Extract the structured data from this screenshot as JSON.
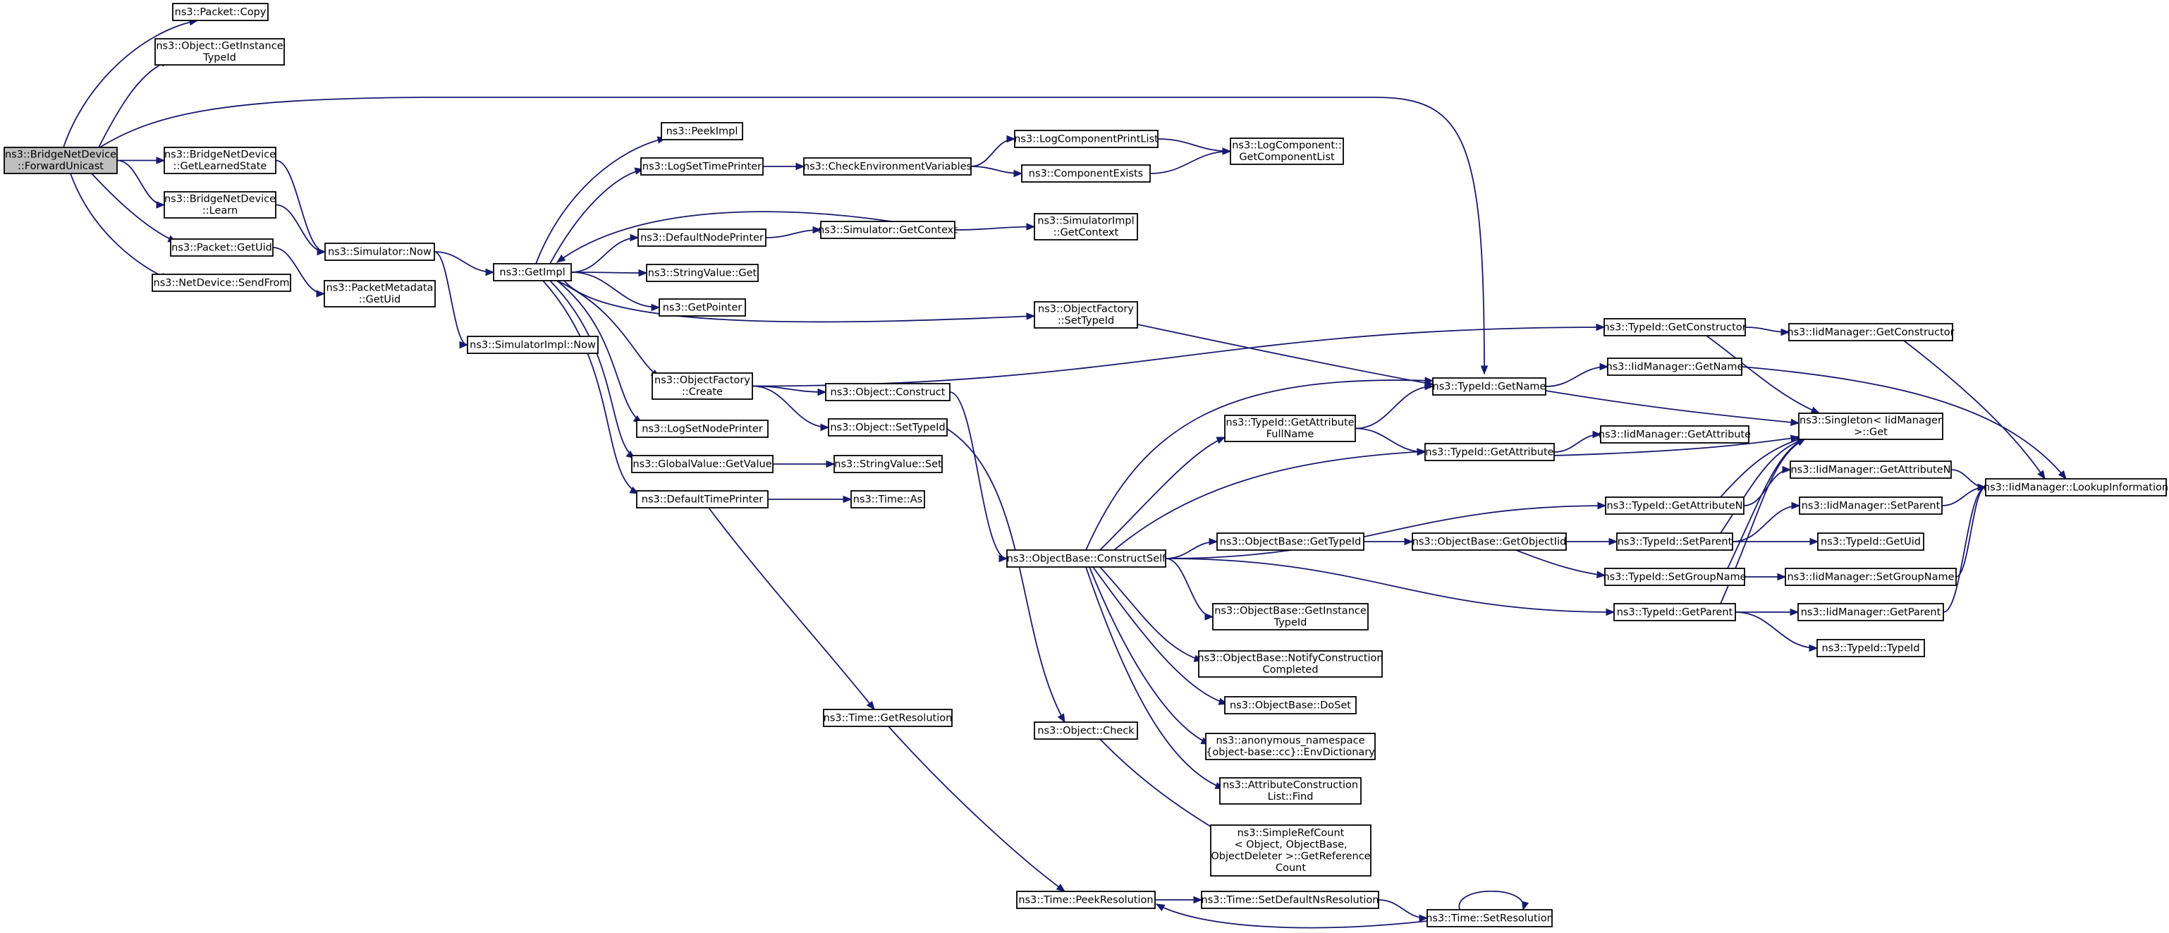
{
  "nodes": [
    {
      "id": "fwd",
      "lines": [
        "ns3::BridgeNetDevice",
        "::ForwardUnicast"
      ],
      "root": true
    },
    {
      "id": "pcopy",
      "lines": [
        "ns3::Packet::Copy"
      ]
    },
    {
      "id": "getinst",
      "lines": [
        "ns3::Object::GetInstance",
        "TypeId"
      ]
    },
    {
      "id": "learned",
      "lines": [
        "ns3::BridgeNetDevice",
        "::GetLearnedState"
      ]
    },
    {
      "id": "learn",
      "lines": [
        "ns3::BridgeNetDevice",
        "::Learn"
      ]
    },
    {
      "id": "puid",
      "lines": [
        "ns3::Packet::GetUid"
      ]
    },
    {
      "id": "sendfrom",
      "lines": [
        "ns3::NetDevice::SendFrom"
      ]
    },
    {
      "id": "simnow",
      "lines": [
        "ns3::Simulator::Now"
      ]
    },
    {
      "id": "pmuid",
      "lines": [
        "ns3::PacketMetadata",
        "::GetUid"
      ]
    },
    {
      "id": "getimpl",
      "lines": [
        "ns3::GetImpl"
      ]
    },
    {
      "id": "simimplnow",
      "lines": [
        "ns3::SimulatorImpl::Now"
      ]
    },
    {
      "id": "peekimpl",
      "lines": [
        "ns3::PeekImpl"
      ]
    },
    {
      "id": "logsettp",
      "lines": [
        "ns3::LogSetTimePrinter"
      ]
    },
    {
      "id": "defnode",
      "lines": [
        "ns3::DefaultNodePrinter"
      ]
    },
    {
      "id": "strget",
      "lines": [
        "ns3::StringValue::Get"
      ]
    },
    {
      "id": "getptr",
      "lines": [
        "ns3::GetPointer"
      ]
    },
    {
      "id": "ofcreate",
      "lines": [
        "ns3::ObjectFactory",
        "::Create"
      ]
    },
    {
      "id": "logsetnp",
      "lines": [
        "ns3::LogSetNodePrinter"
      ]
    },
    {
      "id": "gvget",
      "lines": [
        "ns3::GlobalValue::GetValue"
      ]
    },
    {
      "id": "deftime",
      "lines": [
        "ns3::DefaultTimePrinter"
      ]
    },
    {
      "id": "checkenv",
      "lines": [
        "ns3::CheckEnvironmentVariables"
      ]
    },
    {
      "id": "simgetctx",
      "lines": [
        "ns3::Simulator::GetContext"
      ]
    },
    {
      "id": "objconstruct",
      "lines": [
        "ns3::Object::Construct"
      ]
    },
    {
      "id": "objsettid",
      "lines": [
        "ns3::Object::SetTypeId"
      ]
    },
    {
      "id": "strset",
      "lines": [
        "ns3::StringValue::Set"
      ]
    },
    {
      "id": "timeas",
      "lines": [
        "ns3::Time::As"
      ]
    },
    {
      "id": "timegetres",
      "lines": [
        "ns3::Time::GetResolution"
      ]
    },
    {
      "id": "logcpl",
      "lines": [
        "ns3::LogComponentPrintList"
      ]
    },
    {
      "id": "compexists",
      "lines": [
        "ns3::ComponentExists"
      ]
    },
    {
      "id": "simimplctx",
      "lines": [
        "ns3::SimulatorImpl",
        "::GetContext"
      ]
    },
    {
      "id": "ofsettid",
      "lines": [
        "ns3::ObjectFactory",
        "::SetTypeId"
      ]
    },
    {
      "id": "obconstructself",
      "lines": [
        "ns3::ObjectBase::ConstructSelf"
      ]
    },
    {
      "id": "objcheck",
      "lines": [
        "ns3::Object::Check"
      ]
    },
    {
      "id": "peekres",
      "lines": [
        "ns3::Time::PeekResolution"
      ]
    },
    {
      "id": "logcgcl",
      "lines": [
        "ns3::LogComponent::",
        "GetComponentList"
      ]
    },
    {
      "id": "tidgetattrfull",
      "lines": [
        "ns3::TypeId::GetAttribute",
        "FullName"
      ]
    },
    {
      "id": "obgettid",
      "lines": [
        "ns3::ObjectBase::GetTypeId"
      ]
    },
    {
      "id": "obgetinst",
      "lines": [
        "ns3::ObjectBase::GetInstance",
        "TypeId"
      ]
    },
    {
      "id": "obnotify",
      "lines": [
        "ns3::ObjectBase::NotifyConstruction",
        "Completed"
      ]
    },
    {
      "id": "obdoset",
      "lines": [
        "ns3::ObjectBase::DoSet"
      ]
    },
    {
      "id": "anonenv",
      "lines": [
        "ns3::anonymous_namespace",
        "{object-base::cc}::EnvDictionary"
      ]
    },
    {
      "id": "acfind",
      "lines": [
        "ns3::AttributeConstruction",
        "List::Find"
      ]
    },
    {
      "id": "srcgetref",
      "lines": [
        "ns3::SimpleRefCount",
        "< Object, ObjectBase,",
        "ObjectDeleter >::GetReference",
        "Count"
      ]
    },
    {
      "id": "timesetdef",
      "lines": [
        "ns3::Time::SetDefaultNsResolution"
      ]
    },
    {
      "id": "tidgetname",
      "lines": [
        "ns3::TypeId::GetName"
      ]
    },
    {
      "id": "tidgetattr",
      "lines": [
        "ns3::TypeId::GetAttribute"
      ]
    },
    {
      "id": "obgetoid",
      "lines": [
        "ns3::ObjectBase::GetObjectIid"
      ]
    },
    {
      "id": "timesetres",
      "lines": [
        "ns3::Time::SetResolution"
      ]
    },
    {
      "id": "tidgetctor",
      "lines": [
        "ns3::TypeId::GetConstructor"
      ]
    },
    {
      "id": "iidgetname",
      "lines": [
        "ns3::IidManager::GetName"
      ]
    },
    {
      "id": "iidgetattr",
      "lines": [
        "ns3::IidManager::GetAttribute"
      ]
    },
    {
      "id": "tidgetattrn",
      "lines": [
        "ns3::TypeId::GetAttributeN"
      ]
    },
    {
      "id": "tidsetparent",
      "lines": [
        "ns3::TypeId::SetParent"
      ]
    },
    {
      "id": "tidsetgroup",
      "lines": [
        "ns3::TypeId::SetGroupName"
      ]
    },
    {
      "id": "tidgetparent",
      "lines": [
        "ns3::TypeId::GetParent"
      ]
    },
    {
      "id": "iidgetctor",
      "lines": [
        "ns3::IidManager::GetConstructor"
      ]
    },
    {
      "id": "singleton",
      "lines": [
        "ns3::Singleton< IidManager",
        ">::Get"
      ]
    },
    {
      "id": "iidgetattrn",
      "lines": [
        "ns3::IidManager::GetAttributeN"
      ]
    },
    {
      "id": "iidsetparent",
      "lines": [
        "ns3::IidManager::SetParent"
      ]
    },
    {
      "id": "tidgetuid",
      "lines": [
        "ns3::TypeId::GetUid"
      ]
    },
    {
      "id": "iidsetgroup",
      "lines": [
        "ns3::IidManager::SetGroupName"
      ]
    },
    {
      "id": "iidgetparent",
      "lines": [
        "ns3::IidManager::GetParent"
      ]
    },
    {
      "id": "tidtypeid",
      "lines": [
        "ns3::TypeId::TypeId"
      ]
    },
    {
      "id": "iidlookup",
      "lines": [
        "ns3::IidManager::LookupInformation"
      ]
    }
  ],
  "edges": [
    [
      "fwd",
      "pcopy"
    ],
    [
      "fwd",
      "getinst"
    ],
    [
      "fwd",
      "tidgetname"
    ],
    [
      "fwd",
      "learned"
    ],
    [
      "fwd",
      "learn"
    ],
    [
      "fwd",
      "puid"
    ],
    [
      "fwd",
      "sendfrom"
    ],
    [
      "learned",
      "simnow"
    ],
    [
      "learn",
      "simnow"
    ],
    [
      "puid",
      "pmuid"
    ],
    [
      "simnow",
      "getimpl"
    ],
    [
      "simnow",
      "simimplnow"
    ],
    [
      "getimpl",
      "peekimpl"
    ],
    [
      "getimpl",
      "logsettp"
    ],
    [
      "getimpl",
      "defnode"
    ],
    [
      "getimpl",
      "strget"
    ],
    [
      "getimpl",
      "getptr"
    ],
    [
      "getimpl",
      "ofsettid"
    ],
    [
      "getimpl",
      "ofcreate"
    ],
    [
      "getimpl",
      "logsetnp"
    ],
    [
      "getimpl",
      "gvget"
    ],
    [
      "getimpl",
      "deftime"
    ],
    [
      "logsettp",
      "checkenv"
    ],
    [
      "checkenv",
      "logcpl"
    ],
    [
      "checkenv",
      "compexists"
    ],
    [
      "logcpl",
      "logcgcl"
    ],
    [
      "compexists",
      "logcgcl"
    ],
    [
      "defnode",
      "simgetctx"
    ],
    [
      "simgetctx",
      "simimplctx"
    ],
    [
      "simgetctx",
      "getimpl"
    ],
    [
      "ofsettid",
      "tidgetname"
    ],
    [
      "ofcreate",
      "tidgetctor"
    ],
    [
      "ofcreate",
      "objconstruct"
    ],
    [
      "ofcreate",
      "objsettid"
    ],
    [
      "gvget",
      "strset"
    ],
    [
      "deftime",
      "timeas"
    ],
    [
      "deftime",
      "timegetres"
    ],
    [
      "objconstruct",
      "obconstructself"
    ],
    [
      "objsettid",
      "objcheck"
    ],
    [
      "timegetres",
      "peekres"
    ],
    [
      "objcheck",
      "srcgetref"
    ],
    [
      "obconstructself",
      "tidgetname"
    ],
    [
      "obconstructself",
      "tidgetattrfull"
    ],
    [
      "obconstructself",
      "tidgetattr"
    ],
    [
      "obconstructself",
      "tidgetattrn"
    ],
    [
      "obconstructself",
      "obgettid"
    ],
    [
      "obconstructself",
      "tidgetparent"
    ],
    [
      "obconstructself",
      "obgetinst"
    ],
    [
      "obconstructself",
      "obnotify"
    ],
    [
      "obconstructself",
      "obdoset"
    ],
    [
      "obconstructself",
      "anonenv"
    ],
    [
      "obconstructself",
      "acfind"
    ],
    [
      "tidgetattrfull",
      "tidgetname"
    ],
    [
      "tidgetattrfull",
      "tidgetattr"
    ],
    [
      "obgettid",
      "obgetoid"
    ],
    [
      "obgetoid",
      "tidsetparent"
    ],
    [
      "obgetoid",
      "tidsetgroup"
    ],
    [
      "peekres",
      "timesetdef"
    ],
    [
      "timesetdef",
      "timesetres"
    ],
    [
      "timesetres",
      "peekres"
    ],
    [
      "timesetres",
      "timesetres"
    ],
    [
      "tidgetname",
      "iidgetname"
    ],
    [
      "tidgetname",
      "singleton"
    ],
    [
      "tidgetattr",
      "iidgetattr"
    ],
    [
      "tidgetattr",
      "singleton"
    ],
    [
      "tidgetctor",
      "iidgetctor"
    ],
    [
      "tidgetctor",
      "singleton"
    ],
    [
      "tidgetattrn",
      "iidgetattrn"
    ],
    [
      "tidgetattrn",
      "singleton"
    ],
    [
      "tidsetparent",
      "iidsetparent"
    ],
    [
      "tidsetparent",
      "tidgetuid"
    ],
    [
      "tidsetparent",
      "singleton"
    ],
    [
      "tidsetgroup",
      "iidsetgroup"
    ],
    [
      "tidsetgroup",
      "singleton"
    ],
    [
      "tidgetparent",
      "iidgetparent"
    ],
    [
      "tidgetparent",
      "tidtypeid"
    ],
    [
      "tidgetparent",
      "singleton"
    ],
    [
      "iidgetctor",
      "iidlookup"
    ],
    [
      "iidgetname",
      "iidlookup"
    ],
    [
      "iidgetattrn",
      "iidlookup"
    ],
    [
      "iidsetparent",
      "iidlookup"
    ],
    [
      "iidsetgroup",
      "iidlookup"
    ],
    [
      "iidgetparent",
      "iidlookup"
    ]
  ]
}
